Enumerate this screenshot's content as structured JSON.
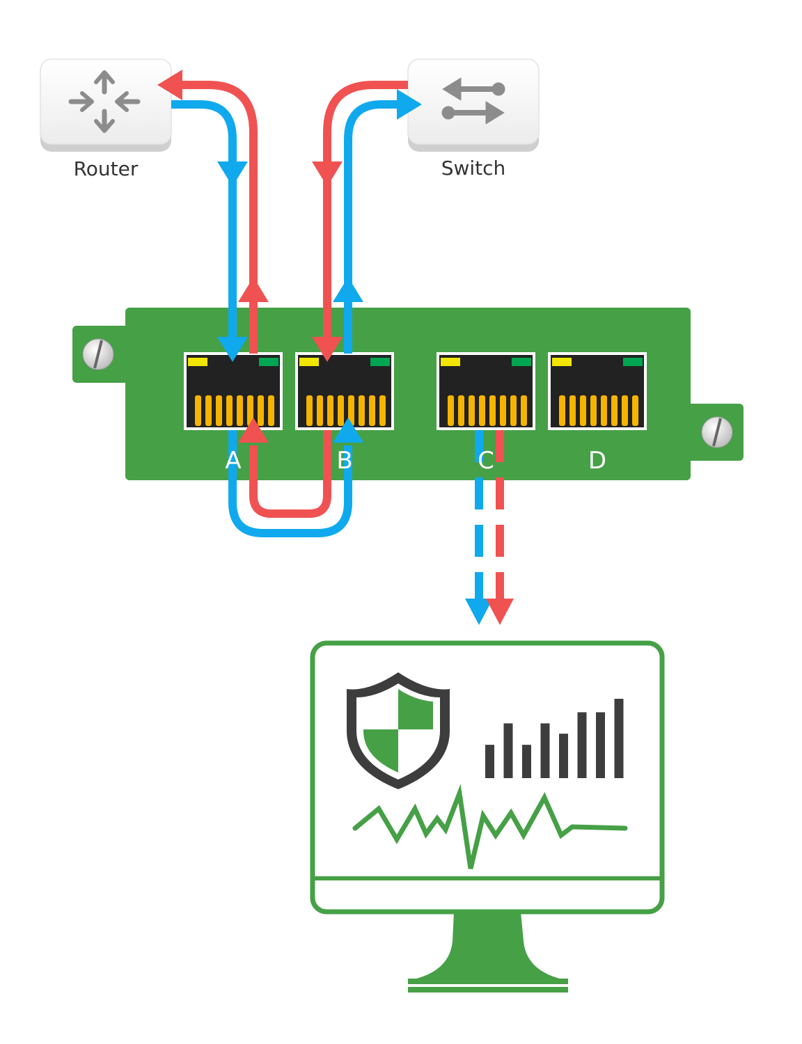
{
  "devices": {
    "router": {
      "label": "Router",
      "icon": "router-icon"
    },
    "switch": {
      "label": "Switch",
      "icon": "switch-icon"
    }
  },
  "tap": {
    "ports": [
      {
        "id": "A",
        "label": "A"
      },
      {
        "id": "B",
        "label": "B"
      },
      {
        "id": "C",
        "label": "C"
      },
      {
        "id": "D",
        "label": "D"
      }
    ]
  },
  "monitor": {
    "icons": [
      "shield-icon",
      "bar-chart-icon",
      "pulse-line-icon"
    ],
    "bars": [
      0.42,
      0.69,
      0.42,
      0.69,
      0.56,
      0.83,
      0.83,
      1.0
    ]
  },
  "colors": {
    "board_green": "#46a046",
    "traffic_blue": "#10a9ee",
    "traffic_red": "#f05252",
    "port_led_yellow": "#f2e600",
    "port_led_green": "#00a651",
    "pin_gold": "#f5b400",
    "port_black": "#222222",
    "icon_gray": "#8c8c8c",
    "dark_gray": "#3d3d3d"
  }
}
